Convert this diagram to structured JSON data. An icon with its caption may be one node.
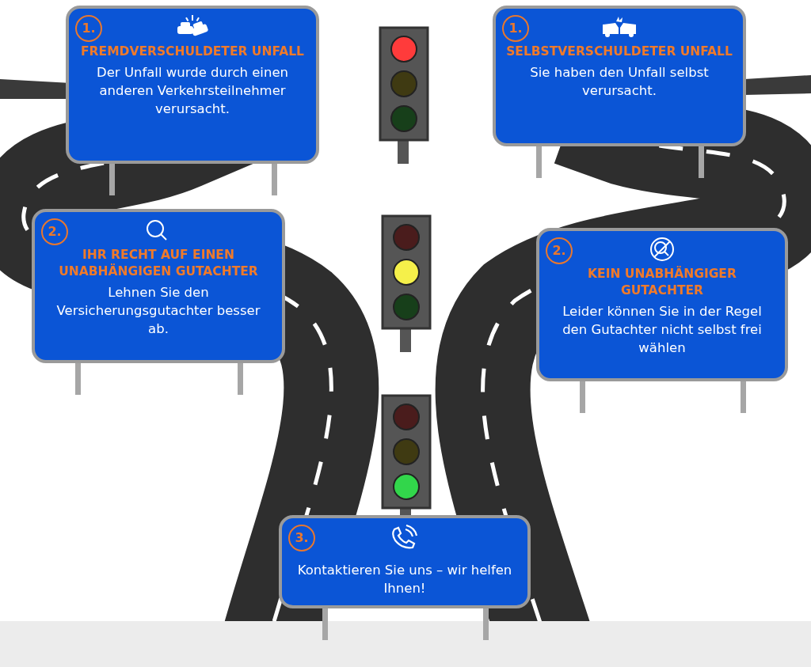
{
  "diagram": {
    "nodes": [
      {
        "text": [
          "1.",
          "FREMDVERSCHULDETER UNFALL",
          "Der Unfall wurde durch einen anderen Verkehrsteilnehmer verursacht."
        ]
      },
      {
        "text": [
          "1.",
          "SELBSTVERSCHULDETER UNFALL",
          "Sie haben den Unfall selbst verursacht."
        ]
      },
      {
        "text": [
          "2.",
          "IHR RECHT AUF EINEN UNABHÄNGIGEN GUTACHTER",
          "Lehnen Sie den Versicherungsgutachter besser ab."
        ]
      },
      {
        "text": [
          "2.",
          "KEIN UNABHÄNGIGER GUTACHTER",
          "Leider können Sie in der Regel den Gutachter nicht selbst frei wählen"
        ]
      },
      {
        "text": [
          "3.",
          "Kontaktieren Sie uns – wir helfen Ihnen!"
        ]
      }
    ]
  }
}
